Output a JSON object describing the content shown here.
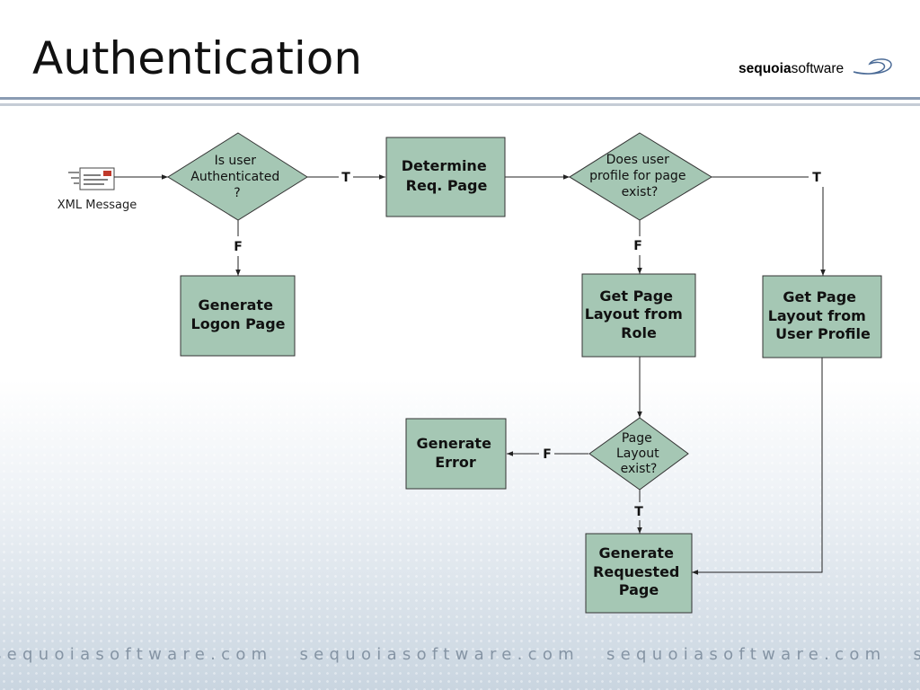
{
  "slide": {
    "title": "Authentication",
    "logo": {
      "brand": "sequoia",
      "sub": "software"
    },
    "footer_text": "sequoiasoftware.com"
  },
  "colors": {
    "node_fill": "#a5c7b4",
    "edge": "#222222",
    "rule": "#8a9bb3"
  },
  "diagram": {
    "message": {
      "label": "XML Message",
      "icon": "xml-message-icon"
    },
    "decisions": {
      "authenticated": [
        "Is user",
        "Authenticated",
        "?"
      ],
      "profile_exists": [
        "Does user",
        "profile for page",
        "exist?"
      ],
      "layout_exists": [
        "Page",
        "Layout",
        "exist?"
      ]
    },
    "boxes": {
      "determine": [
        "Determine",
        "Req. Page"
      ],
      "logon": [
        "Generate",
        "Logon Page"
      ],
      "role_layout": [
        "Get Page",
        "Layout from",
        "Role"
      ],
      "profile_layout": [
        "Get Page",
        "Layout from",
        "User Profile"
      ],
      "error": [
        "Generate",
        "Error"
      ],
      "requested": [
        "Generate",
        "Requested",
        "Page"
      ]
    },
    "edge_labels": {
      "true": "T",
      "false": "F"
    }
  }
}
